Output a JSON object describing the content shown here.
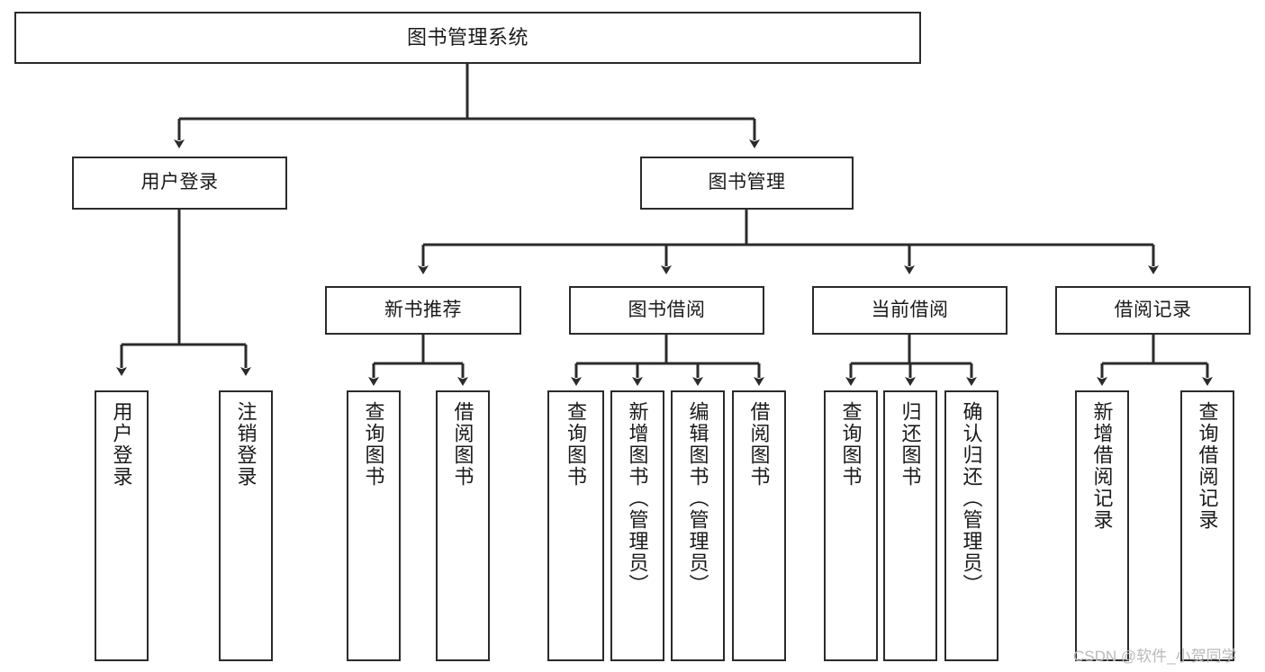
{
  "diagram": {
    "title": "图书管理系统",
    "orientation": "top-down-tree",
    "levels": 4,
    "nodes": {
      "root": {
        "label": "图书管理系统"
      },
      "level2": [
        {
          "id": "user-login",
          "label": "用户登录"
        },
        {
          "id": "book-manage",
          "label": "图书管理"
        }
      ],
      "level3": [
        {
          "id": "new-book-rec",
          "label": "新书推荐"
        },
        {
          "id": "book-borrow",
          "label": "图书借阅"
        },
        {
          "id": "current-borrow",
          "label": "当前借阅"
        },
        {
          "id": "borrow-record",
          "label": "借阅记录"
        }
      ],
      "leaves": {
        "user-login": [
          {
            "id": "leaf-user-login",
            "label": "用户登录"
          },
          {
            "id": "leaf-logout-login",
            "label": "注销登录"
          }
        ],
        "new-book-rec": [
          {
            "id": "leaf-query-book-1",
            "label": "查询图书"
          },
          {
            "id": "leaf-borrow-book-1",
            "label": "借阅图书"
          }
        ],
        "book-borrow": [
          {
            "id": "leaf-query-book-2",
            "label": "查询图书"
          },
          {
            "id": "leaf-add-book",
            "label": "新增图书（管理员）"
          },
          {
            "id": "leaf-edit-book",
            "label": "编辑图书（管理员）"
          },
          {
            "id": "leaf-borrow-book-2",
            "label": "借阅图书"
          }
        ],
        "current-borrow": [
          {
            "id": "leaf-query-book-3",
            "label": "查询图书"
          },
          {
            "id": "leaf-return-book",
            "label": "归还图书"
          },
          {
            "id": "leaf-confirm-return",
            "label": "确认归还（管理员）"
          }
        ],
        "borrow-record": [
          {
            "id": "leaf-add-record",
            "label": "新增借阅记录"
          },
          {
            "id": "leaf-query-record",
            "label": "查询借阅记录"
          }
        ]
      }
    },
    "colors": {
      "stroke": "#2b2b2b",
      "fill": "#ffffff",
      "text": "#1a1a1a",
      "watermark": "#b9b9b9"
    }
  },
  "watermark": {
    "text": "CSDN @软件_小贺同学"
  }
}
